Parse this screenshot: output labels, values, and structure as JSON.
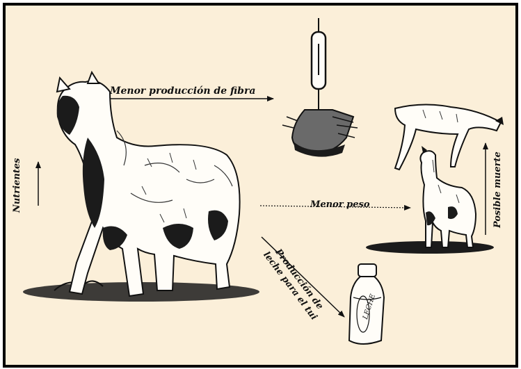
{
  "labels": {
    "fiber": "Menor producción de fibra",
    "weight": "Menor peso",
    "nutrients": "Nutrientes",
    "death": "Posible muerte",
    "milk_line1": "Producción de",
    "milk_line2": "leche para el tui",
    "bottle": "LECHE"
  },
  "colors": {
    "paper": "#fbefd9",
    "ink": "#111111",
    "frame": "#000000"
  }
}
